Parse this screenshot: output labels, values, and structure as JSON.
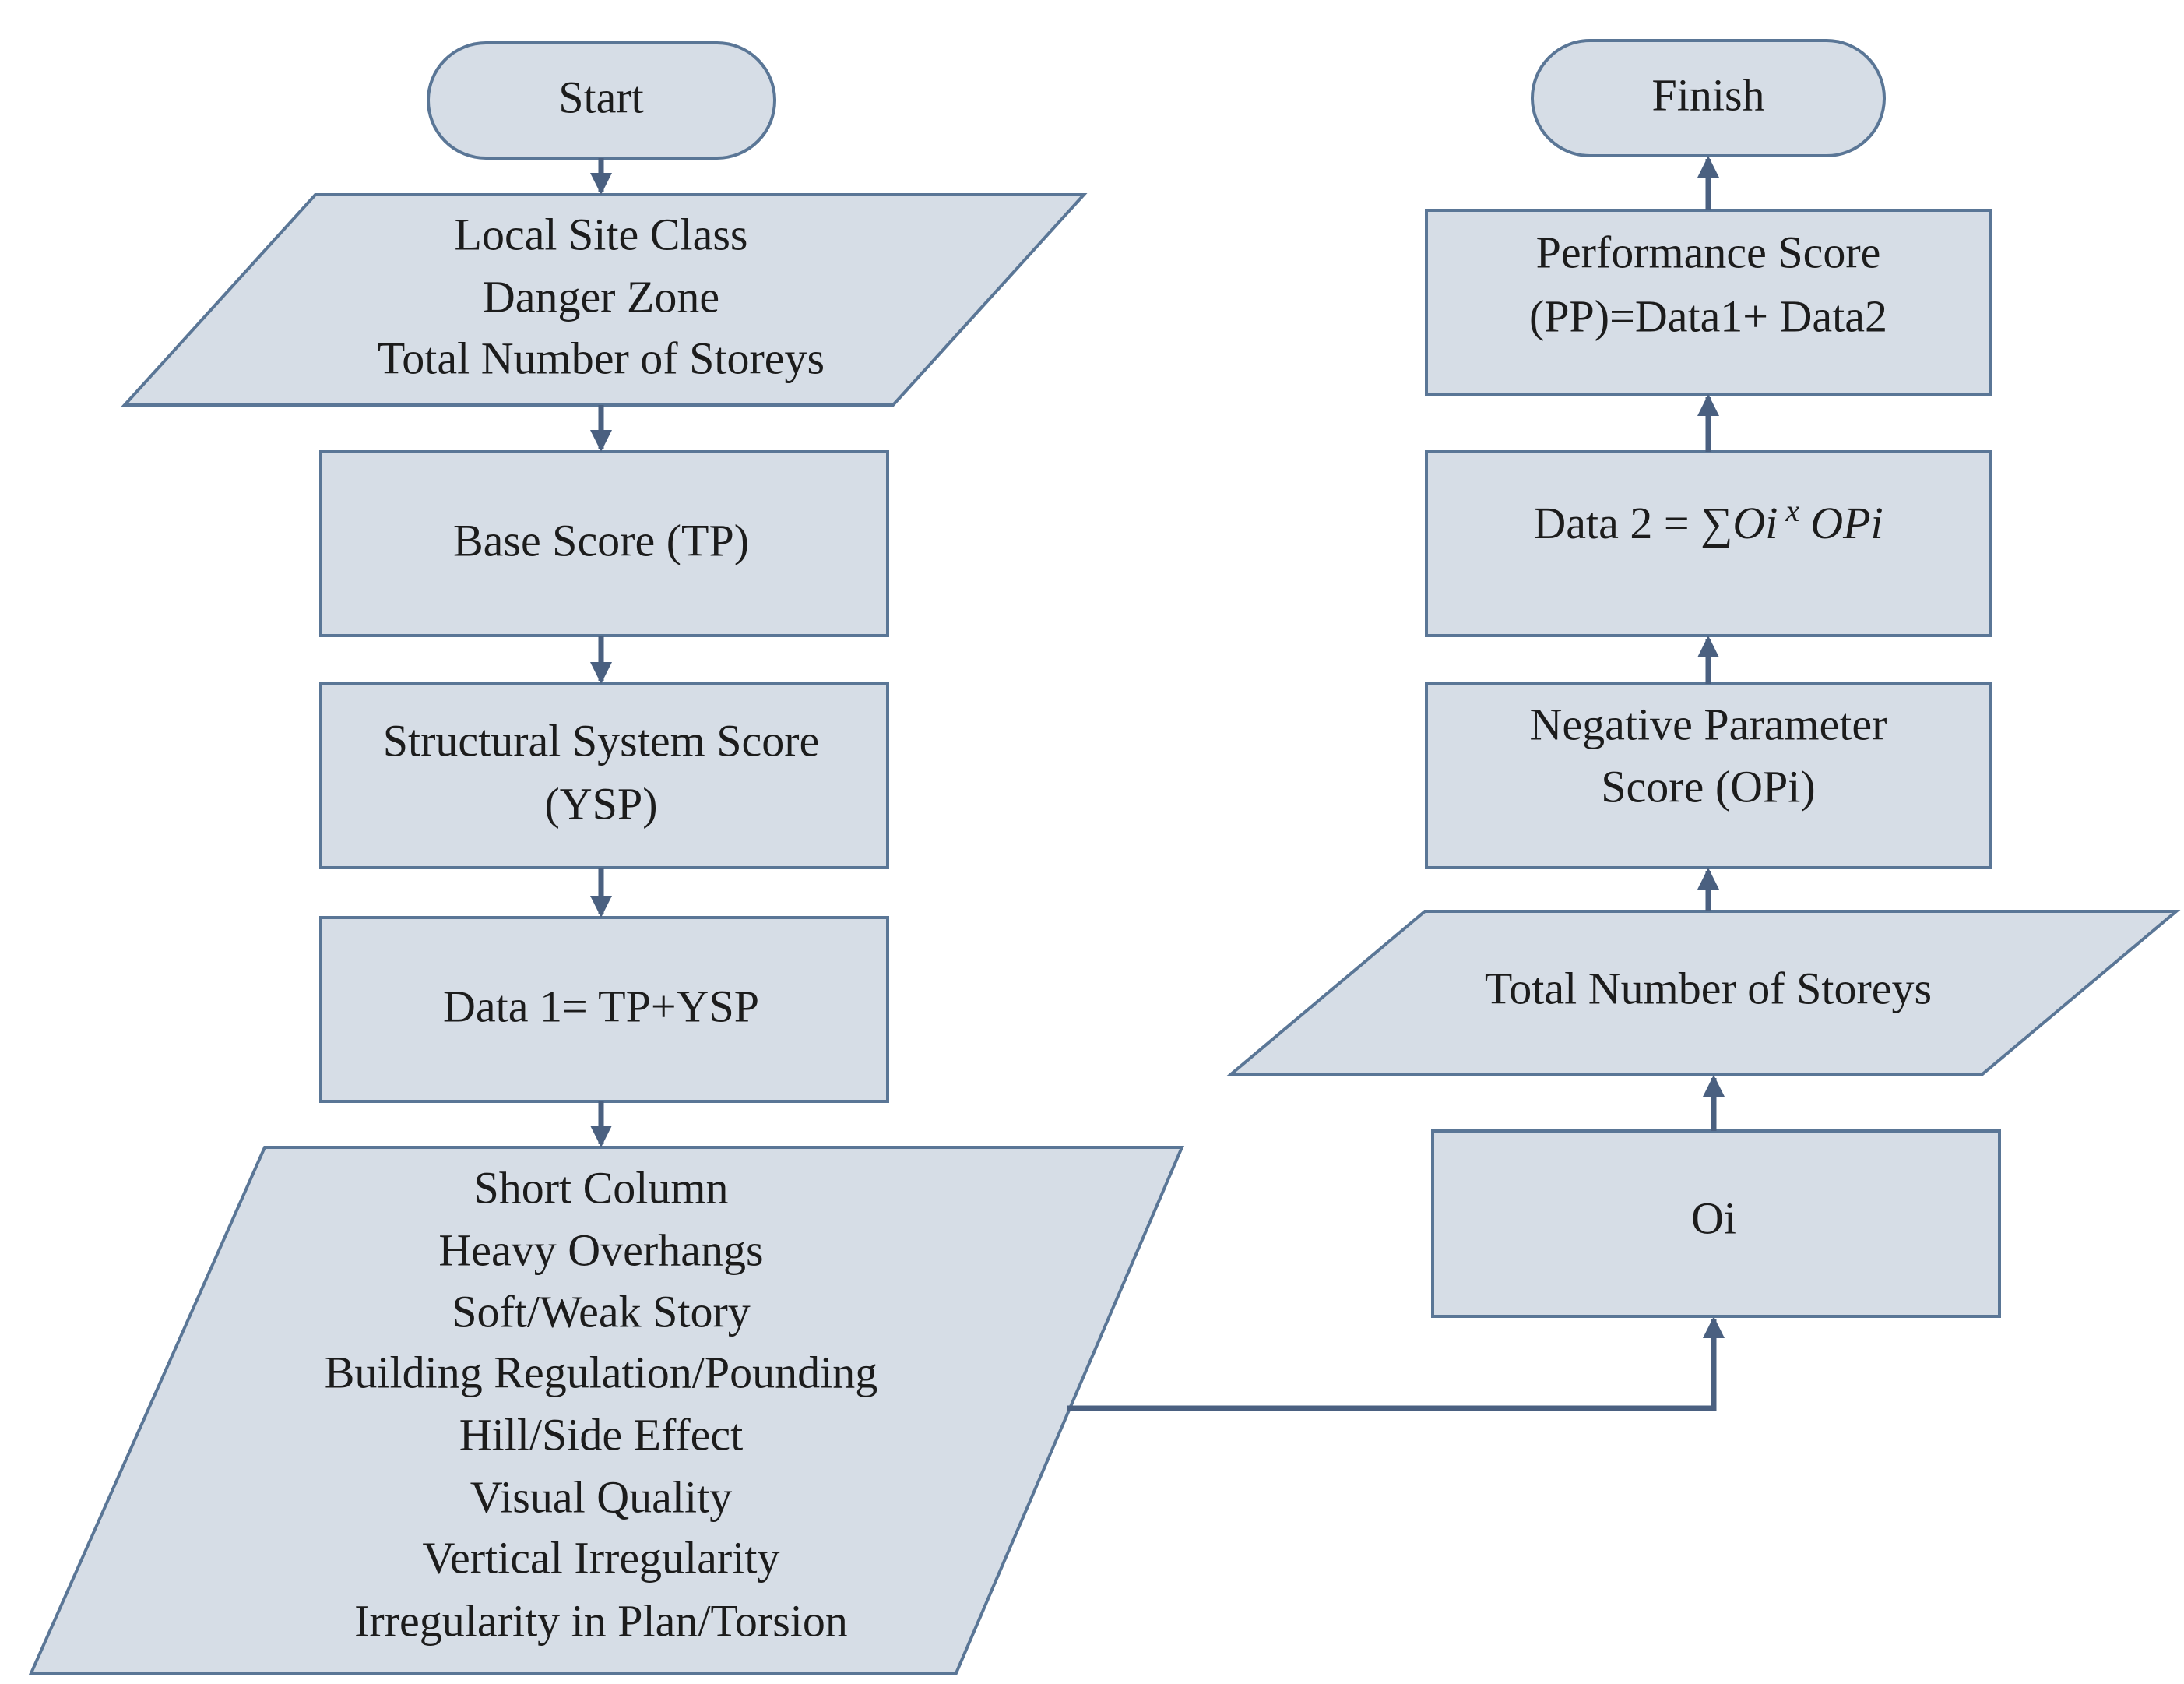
{
  "nodes": {
    "start": {
      "label": "Start"
    },
    "site_inputs": {
      "lines": [
        "Local Site Class",
        "Danger Zone",
        "Total Number of Storeys"
      ]
    },
    "base_score": {
      "label": "Base Score (TP)"
    },
    "structural_score": {
      "lines": [
        "Structural System Score",
        "(YSP)"
      ]
    },
    "data1": {
      "label": "Data 1= TP+YSP"
    },
    "negative_params": {
      "lines": [
        "Short Column",
        "Heavy Overhangs",
        "Soft/Weak Story",
        "Building Regulation/Pounding",
        "Hill/Side Effect",
        "Visual Quality",
        "Vertical Irregularity",
        "Irregularity in Plan/Torsion"
      ]
    },
    "oi": {
      "label": "Oi"
    },
    "storeys_input": {
      "label": "Total Number of Storeys"
    },
    "negative_score": {
      "lines": [
        "Negative Parameter",
        "Score (OPi)"
      ]
    },
    "data2": {
      "prefix": "Data 2 = ",
      "sum": "∑",
      "term1": "Oi",
      "times": "x",
      "term2": "OPi"
    },
    "performance_score": {
      "lines": [
        "Performance Score",
        "(PP)=Data1+ Data2"
      ]
    },
    "finish": {
      "label": "Finish"
    }
  },
  "colors": {
    "fill": "#d6dde6",
    "stroke": "#5a7696",
    "connector": "#4a6080",
    "text": "#1c1c1c"
  }
}
